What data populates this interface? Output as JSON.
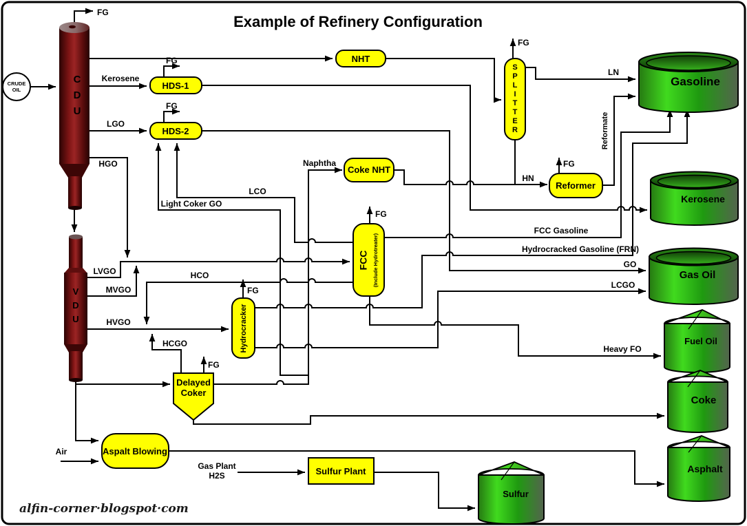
{
  "title": "Example of Refinery Configuration",
  "watermark": "alfin-corner·blogspot·com",
  "colors": {
    "unit_fill": "#FFFF00",
    "line": "#000000",
    "tank_green_bright": "#3FD41F",
    "tank_green_dark": "#1C6F0E",
    "column_maroon": "#7E1414"
  },
  "source": {
    "line1": "CRUDE",
    "line2": "OIL"
  },
  "columns": {
    "cdu": "CDU",
    "vdu": "VDU"
  },
  "units": {
    "nht": "NHT",
    "hds1": "HDS-1",
    "hds2": "HDS-2",
    "coke_nht": "Coke NHT",
    "splitter": "SPLITTER",
    "reformer": "Reformer",
    "fcc": "FCC",
    "fcc_sub": "(Include Hydrotreater)",
    "hydrocracker": "Hydrocracker",
    "delayed_coker_line1": "Delayed",
    "delayed_coker_line2": "Coker",
    "aspalt_blowing": "Aspalt Blowing",
    "sulfur_plant": "Sulfur Plant"
  },
  "tanks": {
    "gasoline": "Gasoline",
    "kerosene": "Kerosene",
    "gas_oil": "Gas Oil",
    "fuel_oil": "Fuel Oil",
    "coke": "Coke",
    "asphalt": "Asphalt",
    "sulfur": "Sulfur"
  },
  "streams": {
    "fg": "FG",
    "kerosene": "Kerosene",
    "lgo": "LGO",
    "hgo": "HGO",
    "lvgo": "LVGO",
    "mvgo": "MVGO",
    "hvgo": "HVGO",
    "hco": "HCO",
    "hcgo": "HCGO",
    "lco": "LCO",
    "light_coker_go": "Light Coker GO",
    "naphtha": "Naphtha",
    "ln": "LN",
    "hn": "HN",
    "reformate": "Reformate",
    "fcc_gasoline": "FCC Gasoline",
    "hydrocracked_gasoline": "Hydrocracked Gasoline (FRN)",
    "go": "GO",
    "lcgo": "LCGO",
    "heavy_fo": "Heavy FO",
    "air": "Air",
    "gas_plant_line1": "Gas Plant",
    "gas_plant_line2": "H2S"
  }
}
